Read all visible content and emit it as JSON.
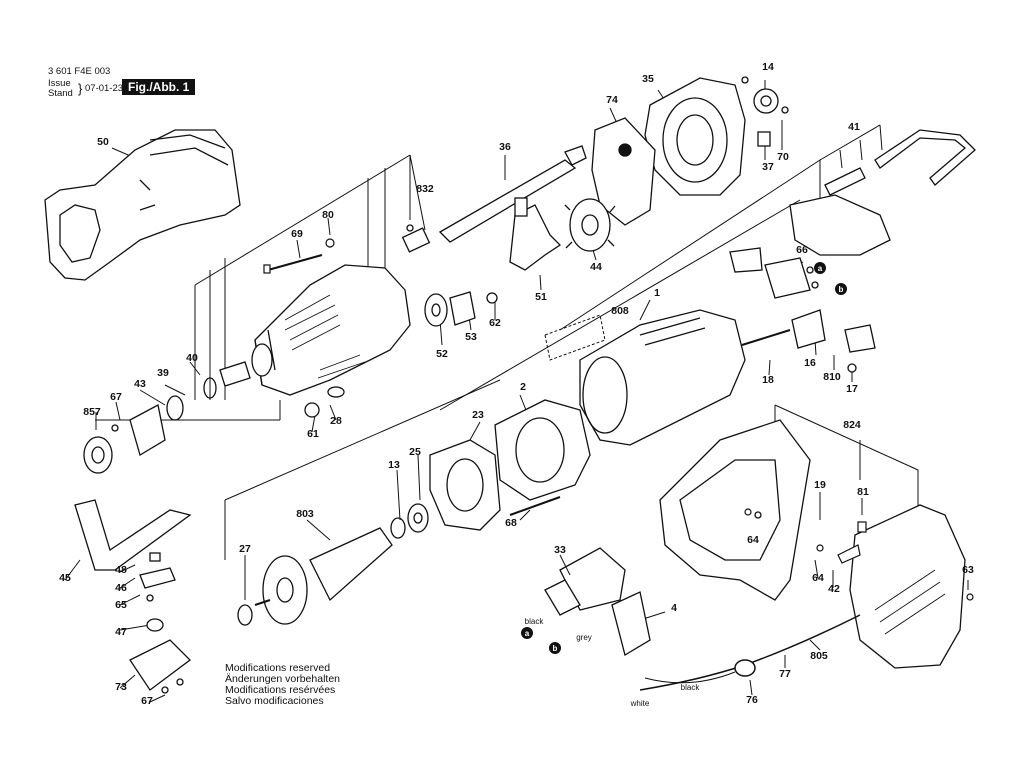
{
  "header": {
    "doc_number": "3 601 F4E 003",
    "issue_label": "Issue",
    "stand_label": "Stand",
    "date": "07-01-23",
    "figure_label": "Fig./Abb. 1"
  },
  "notes": [
    "Modifications reserved",
    "Änderungen vorbehalten",
    "Modifications resérvées",
    "Salvo modificaciones"
  ],
  "wire_labels": [
    "black",
    "grey",
    "black",
    "white"
  ],
  "connector_letters": [
    "a",
    "b",
    "a",
    "b"
  ],
  "part_numbers": [
    "50",
    "832",
    "80",
    "69",
    "36",
    "35",
    "74",
    "14",
    "70",
    "37",
    "41",
    "44",
    "51",
    "62",
    "53",
    "52",
    "40",
    "39",
    "43",
    "67",
    "857",
    "61",
    "28",
    "66",
    "808",
    "1",
    "16",
    "18",
    "810",
    "17",
    "2",
    "23",
    "25",
    "13",
    "803",
    "27",
    "68",
    "33",
    "4",
    "824",
    "19",
    "81",
    "64",
    "64",
    "42",
    "63",
    "805",
    "77",
    "76",
    "45",
    "48",
    "46",
    "65",
    "47",
    "73",
    "67"
  ]
}
